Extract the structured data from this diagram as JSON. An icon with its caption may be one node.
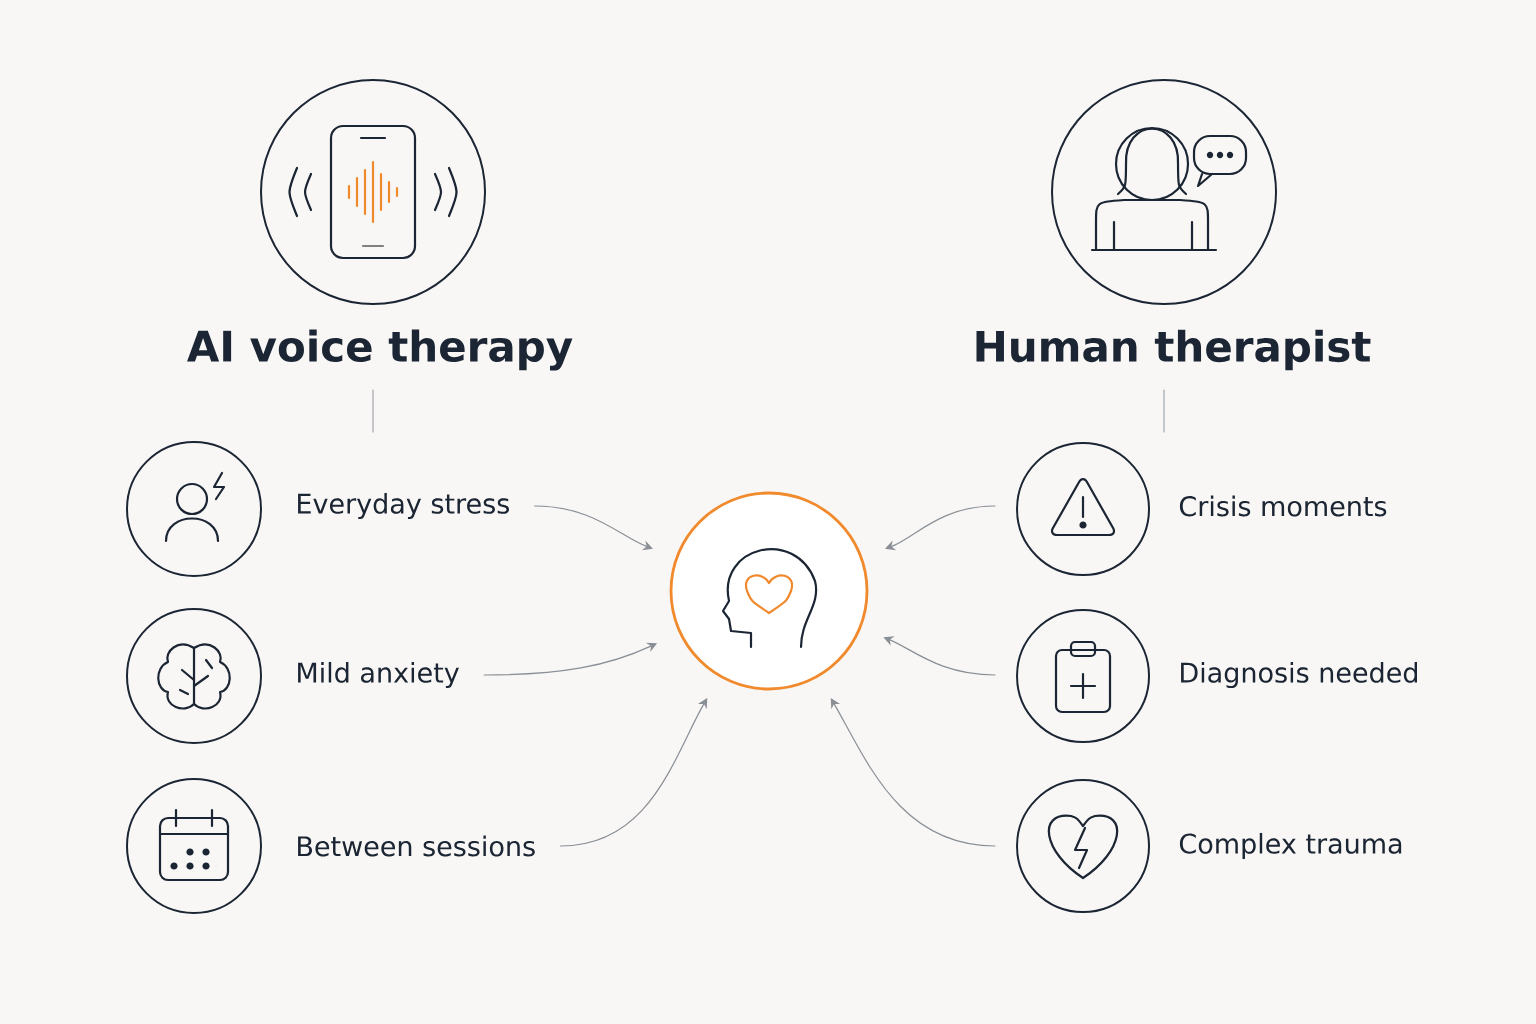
{
  "diagram": {
    "nodes": [
      {
        "text": [
          "AI voice therapy"
        ]
      },
      {
        "text": [
          "Human therapist"
        ]
      },
      {
        "text": [
          "Everyday stress"
        ]
      },
      {
        "text": [
          "Mild anxiety"
        ]
      },
      {
        "text": [
          "Between sessions"
        ]
      },
      {
        "text": [
          "Crisis moments"
        ]
      },
      {
        "text": [
          "Diagnosis needed"
        ]
      },
      {
        "text": [
          "Complex trauma"
        ]
      },
      {
        "text": [],
        "shape": "circle"
      }
    ],
    "edges": [
      {
        "from": 2,
        "to": 8,
        "arrow": "to"
      },
      {
        "from": 3,
        "to": 8,
        "arrow": "to"
      },
      {
        "from": 4,
        "to": 8,
        "arrow": "to"
      },
      {
        "from": 5,
        "to": 8,
        "arrow": "to"
      },
      {
        "from": 6,
        "to": 8,
        "arrow": "to"
      },
      {
        "from": 7,
        "to": 8,
        "arrow": "to"
      }
    ]
  }
}
